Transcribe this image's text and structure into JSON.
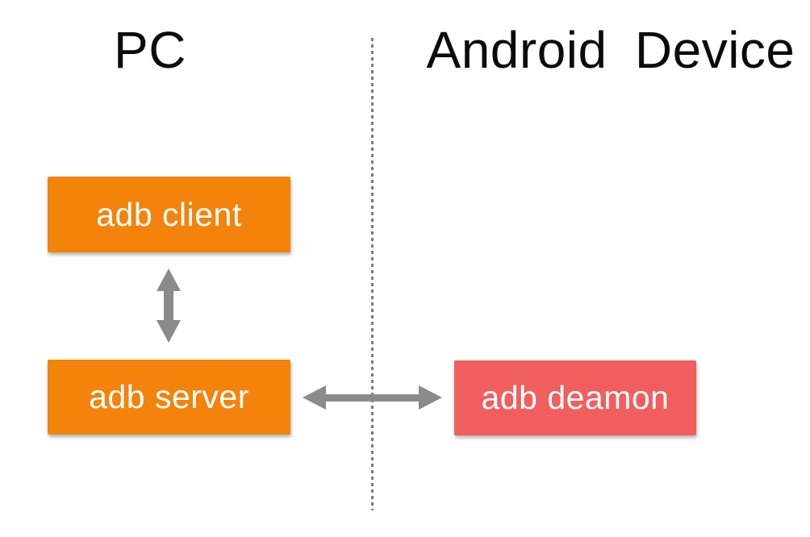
{
  "page": {
    "background": "#FFFFFF",
    "description": "ADB architecture diagram"
  },
  "titles": {
    "left": "PC",
    "right": "Android Device"
  },
  "nodes": {
    "client": {
      "label": "adb client",
      "fill": "#F3830B",
      "text_color": "#FFFFFF"
    },
    "server": {
      "label": "adb server",
      "fill": "#F3830B",
      "text_color": "#FFFFFF"
    },
    "daemon": {
      "label": "adb deamon",
      "fill": "#F15E5E",
      "text_color": "#FFFFFF"
    }
  },
  "connections": [
    {
      "from": "adb client",
      "to": "adb server",
      "type": "bidirectional-arrow",
      "orientation": "vertical"
    },
    {
      "from": "adb server",
      "to": "adb deamon",
      "type": "bidirectional-arrow",
      "orientation": "horizontal",
      "crosses": "pc-device-divider"
    }
  ],
  "divider": {
    "style": "dotted-vertical",
    "color": "#7C7C7C",
    "separates": [
      "PC",
      "Android Device"
    ]
  },
  "colors": {
    "arrow": "#8B8B8B",
    "title_text": "#0B0B0B"
  }
}
